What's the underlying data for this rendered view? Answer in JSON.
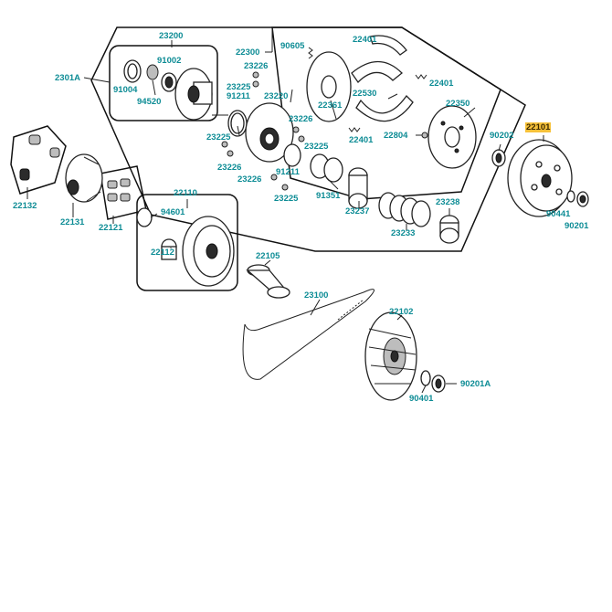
{
  "labels": {
    "p23200": "23200",
    "p2301A": "2301A",
    "p91002": "91002",
    "p91004": "91004",
    "p94520": "94520",
    "p22300": "22300",
    "p90605": "90605",
    "p22401a": "22401",
    "p22401b": "22401",
    "p22401c": "22401",
    "p23226a": "23226",
    "p23225a": "23225",
    "p91211a": "91211",
    "p23220": "23220",
    "p22361": "22361",
    "p22530": "22530",
    "p22350": "22350",
    "p22804": "22804",
    "p23226b": "23226",
    "p23225b": "23225",
    "p23225c": "23225",
    "p23226c": "23226",
    "p23226d": "23226",
    "p91211b": "91211",
    "p23225d": "23225",
    "p91351": "91351",
    "p23237": "23237",
    "p23233": "23233",
    "p23238": "23238",
    "p90202": "90202",
    "p22101": "22101",
    "p90441": "90441",
    "p90201": "90201",
    "p22132": "22132",
    "p22131": "22131",
    "p22121": "22121",
    "p22110": "22110",
    "p94601": "94601",
    "p22112": "22112",
    "p22105": "22105",
    "p23100": "23100",
    "p22102": "22102",
    "p90201A": "90201A",
    "p90401": "90401"
  },
  "highlight": {
    "part": "22101",
    "color": "#f7c23a"
  },
  "colors": {
    "label": "#0d8c95",
    "line": "#222222"
  }
}
